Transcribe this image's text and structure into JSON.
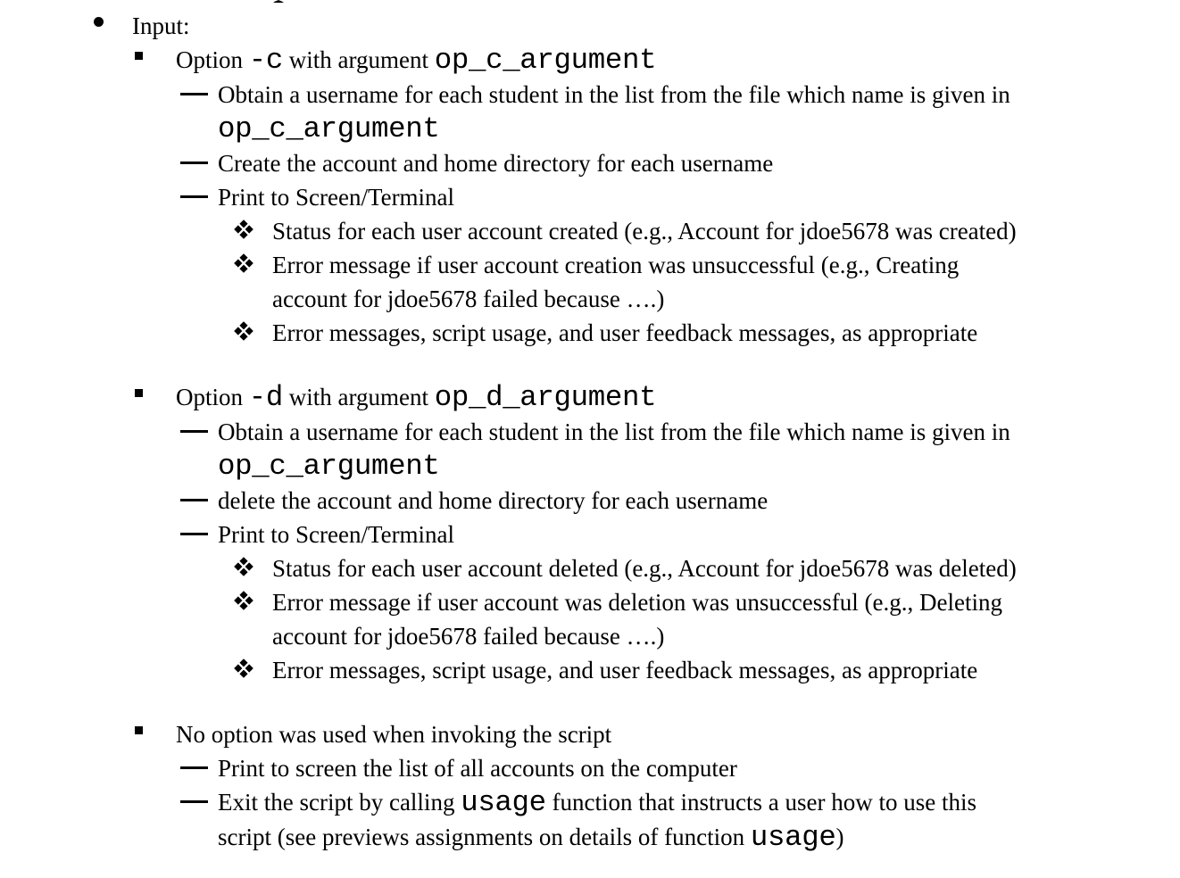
{
  "document": {
    "items": [
      {
        "level": 0,
        "marker": "disc",
        "gap_before": false,
        "segments": [
          {
            "text": "Input:",
            "mono": false
          }
        ]
      },
      {
        "level": 1,
        "marker": "square",
        "gap_before": false,
        "segments": [
          {
            "text": "Option ",
            "mono": false
          },
          {
            "text": "-c",
            "mono": true
          },
          {
            "text": " with argument ",
            "mono": false
          },
          {
            "text": "op_c_argument",
            "mono": true
          }
        ]
      },
      {
        "level": 2,
        "marker": "dash",
        "gap_before": false,
        "segments": [
          {
            "text": "Obtain a username for each student in the list from the file which name is given in\n",
            "mono": false
          },
          {
            "text": "op_c_argument",
            "mono": true
          }
        ]
      },
      {
        "level": 2,
        "marker": "dash",
        "gap_before": false,
        "segments": [
          {
            "text": "Create the account and home directory for each username",
            "mono": false
          }
        ]
      },
      {
        "level": 2,
        "marker": "dash",
        "gap_before": false,
        "segments": [
          {
            "text": "Print to Screen/Terminal",
            "mono": false
          }
        ]
      },
      {
        "level": 3,
        "marker": "diamond",
        "gap_before": false,
        "segments": [
          {
            "text": "Status for each user account created (e.g., Account for jdoe5678 was created)",
            "mono": false
          }
        ]
      },
      {
        "level": 3,
        "marker": "diamond",
        "gap_before": false,
        "segments": [
          {
            "text": "Error message if user account creation was unsuccessful (e.g., Creating\naccount for jdoe5678 failed because ….)",
            "mono": false
          }
        ]
      },
      {
        "level": 3,
        "marker": "diamond",
        "gap_before": false,
        "segments": [
          {
            "text": "Error messages, script usage, and user feedback messages, as appropriate",
            "mono": false
          }
        ]
      },
      {
        "level": 1,
        "marker": "square",
        "gap_before": true,
        "segments": [
          {
            "text": "Option ",
            "mono": false
          },
          {
            "text": "-d",
            "mono": true
          },
          {
            "text": " with argument ",
            "mono": false
          },
          {
            "text": "op_d_argument",
            "mono": true
          }
        ]
      },
      {
        "level": 2,
        "marker": "dash",
        "gap_before": false,
        "segments": [
          {
            "text": "Obtain a username for each student in the list from the file which name is given in\n",
            "mono": false
          },
          {
            "text": "op_c_argument",
            "mono": true
          }
        ]
      },
      {
        "level": 2,
        "marker": "dash",
        "gap_before": false,
        "segments": [
          {
            "text": "delete the account and home directory for each username",
            "mono": false
          }
        ]
      },
      {
        "level": 2,
        "marker": "dash",
        "gap_before": false,
        "segments": [
          {
            "text": "Print to Screen/Terminal",
            "mono": false
          }
        ]
      },
      {
        "level": 3,
        "marker": "diamond",
        "gap_before": false,
        "segments": [
          {
            "text": "Status for each user account deleted (e.g., Account for jdoe5678 was deleted)",
            "mono": false
          }
        ]
      },
      {
        "level": 3,
        "marker": "diamond",
        "gap_before": false,
        "segments": [
          {
            "text": "Error message if user account was deletion was unsuccessful (e.g., Deleting\naccount for jdoe5678 failed because ….)",
            "mono": false
          }
        ]
      },
      {
        "level": 3,
        "marker": "diamond",
        "gap_before": false,
        "segments": [
          {
            "text": "Error messages, script usage, and user feedback messages, as appropriate",
            "mono": false
          }
        ]
      },
      {
        "level": 1,
        "marker": "square",
        "gap_before": true,
        "segments": [
          {
            "text": "No option was used when invoking the script",
            "mono": false
          }
        ]
      },
      {
        "level": 2,
        "marker": "dash",
        "gap_before": false,
        "segments": [
          {
            "text": "Print to screen the list of all accounts on the computer",
            "mono": false
          }
        ]
      },
      {
        "level": 2,
        "marker": "dash",
        "gap_before": false,
        "segments": [
          {
            "text": "Exit the script by calling ",
            "mono": false
          },
          {
            "text": "usage",
            "mono": true
          },
          {
            "text": " function that instructs a user how to use this\nscript (see previews assignments on details of function ",
            "mono": false
          },
          {
            "text": "usage",
            "mono": true
          },
          {
            "text": ")",
            "mono": false
          }
        ]
      }
    ]
  }
}
